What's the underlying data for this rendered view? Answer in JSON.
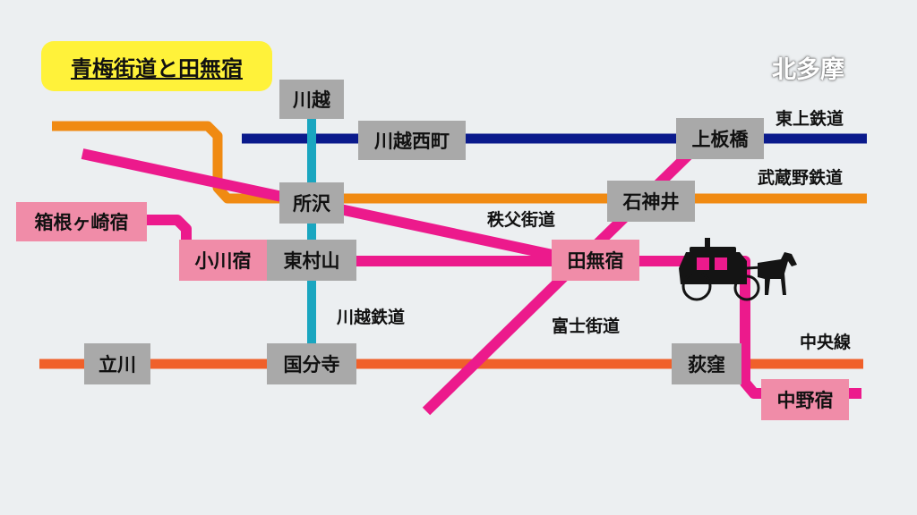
{
  "title": "青梅街道と田無宿",
  "region": "北多摩",
  "colors": {
    "background": "#eceff1",
    "tojo_line": "#0a1a8c",
    "musashino_line": "#f08a12",
    "chichibu_kaido": "#ec1a8c",
    "ome_kaido": "#ec1a8c",
    "fuji_kaido": "#ec1a8c",
    "kawagoe_railway": "#1aa6c0",
    "chuo_line": "#f0602a",
    "station_box": "#a9a9a9",
    "post_town_box": "#f08ca8",
    "title_bg": "#fff23a"
  },
  "routes": {
    "tojo": "東上鉄道",
    "musashino": "武蔵野鉄道",
    "chichibu": "秩父街道",
    "kawagoe_rail": "川越鉄道",
    "fuji": "富士街道",
    "chuo": "中央線"
  },
  "stations": {
    "kawagoe": "川越",
    "kawagoe_nishimachi": "川越西町",
    "kamiitabashi": "上板橋",
    "tokorozawa": "所沢",
    "shakujii": "石神井",
    "higashimurayama": "東村山",
    "tachikawa": "立川",
    "kokubunji": "国分寺",
    "ogikubo": "荻窪"
  },
  "post_towns": {
    "hakonegasaki": "箱根ヶ崎宿",
    "ogawa": "小川宿",
    "tanashi": "田無宿",
    "nakano": "中野宿"
  },
  "illustration": "horse-drawn-carriage"
}
